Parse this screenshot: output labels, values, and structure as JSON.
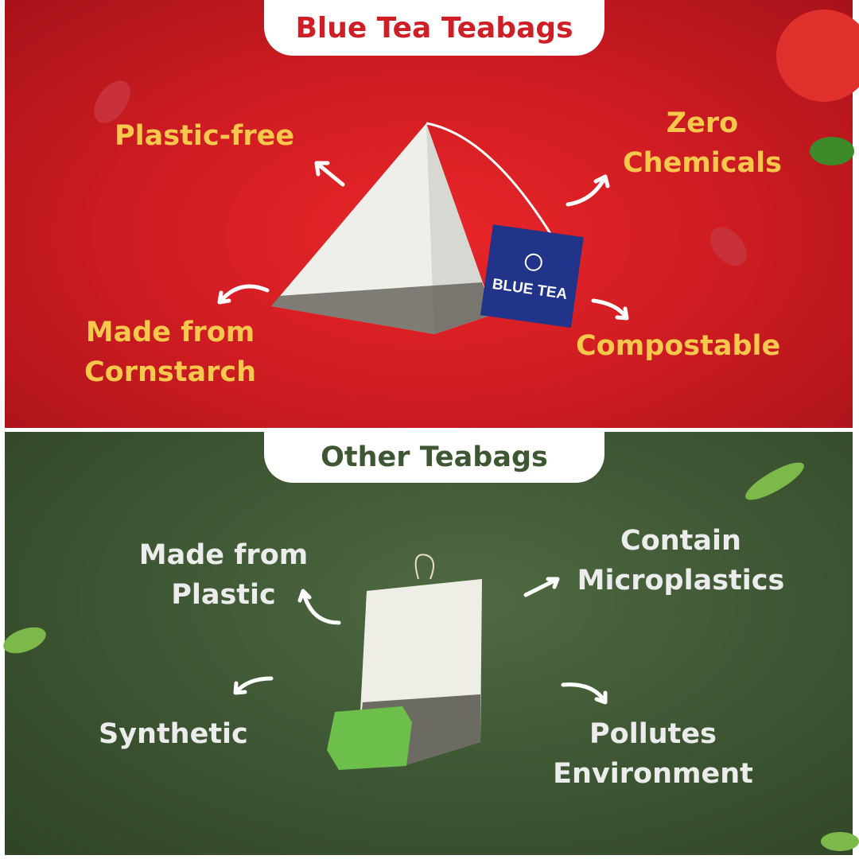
{
  "blue_tea": {
    "heading": "Blue Tea Teabags",
    "features": [
      "Plastic-free",
      "Zero Chemicals",
      "Made from Cornstarch",
      "Compostable"
    ],
    "tag_brand": "BLUE TEA",
    "colors": {
      "background": "#d11d22",
      "text": "#f8c84c",
      "tag": "#22338a"
    }
  },
  "other": {
    "heading": "Other Teabags",
    "features": [
      "Made from Plastic",
      "Contain Microplastics",
      "Synthetic",
      "Pollutes Environment"
    ],
    "colors": {
      "background": "#3e5633",
      "text": "#ececec",
      "tag": "#6cbf4a"
    }
  }
}
